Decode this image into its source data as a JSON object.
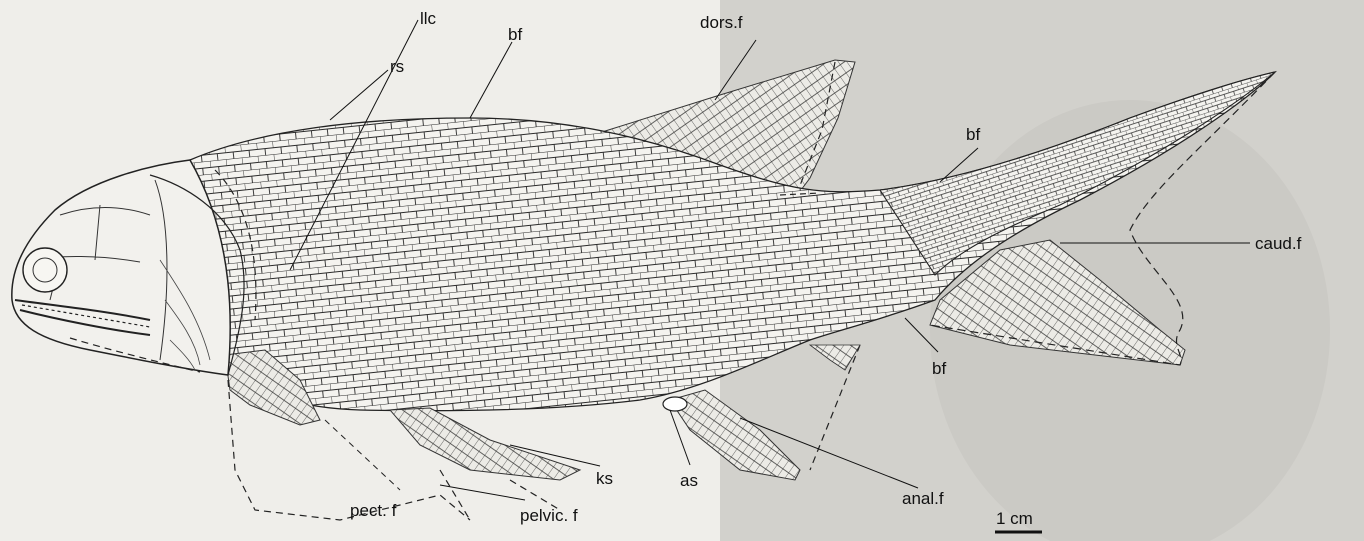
{
  "labels": {
    "llc": "llc",
    "rs": "rs",
    "bf_top": "bf",
    "dors_f": "dors.f",
    "bf_right": "bf",
    "caud_f": "caud.f",
    "bf_lower": "bf",
    "anal_f": "anal.f",
    "as": "as",
    "ks": "ks",
    "pelvic_f": "pelvic. f",
    "pect_f": "pect. f",
    "scale_bar": "1 cm"
  }
}
